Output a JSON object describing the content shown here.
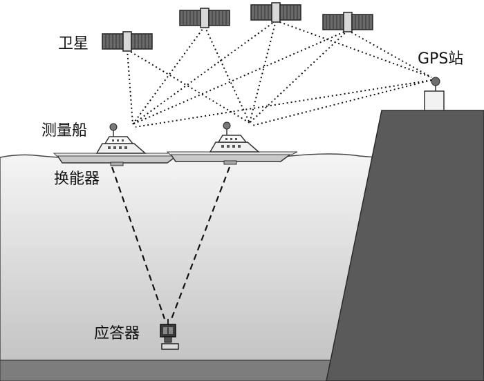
{
  "labels": {
    "satellite": "卫星",
    "gps_station": "GPS站",
    "survey_ship": "测量船",
    "transducer": "换能器",
    "transponder": "应答器"
  },
  "colors": {
    "water_top": "#f2f2f2",
    "water_bottom": "#c9c9c9",
    "cliff": "#5a5a5a",
    "seabed": "#7d7d7d",
    "line": "#111111"
  }
}
